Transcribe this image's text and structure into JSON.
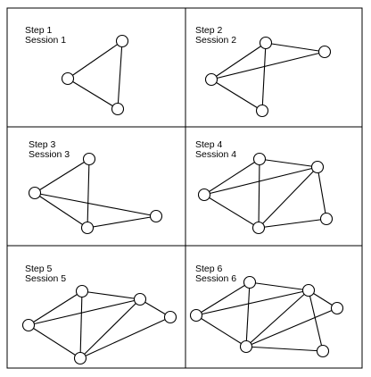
{
  "steps": [
    {
      "title": "Step 1",
      "subtitle": "Session 1",
      "node_count": 3,
      "edges": [
        [
          0,
          1
        ],
        [
          1,
          2
        ],
        [
          0,
          2
        ]
      ]
    },
    {
      "title": "Step 2",
      "subtitle": "Session 2",
      "node_count": 4,
      "edges": [
        [
          0,
          1
        ],
        [
          0,
          3
        ],
        [
          1,
          3
        ],
        [
          1,
          2
        ],
        [
          0,
          2
        ]
      ]
    },
    {
      "title": "Step 3",
      "subtitle": "Session 3",
      "node_count": 4,
      "edges": [
        [
          0,
          1
        ],
        [
          0,
          2
        ],
        [
          0,
          3
        ],
        [
          1,
          2
        ],
        [
          2,
          3
        ]
      ]
    },
    {
      "title": "Step 4",
      "subtitle": "Session 4",
      "node_count": 5,
      "edges": [
        [
          0,
          1
        ],
        [
          0,
          2
        ],
        [
          0,
          3
        ],
        [
          1,
          2
        ],
        [
          1,
          3
        ],
        [
          2,
          3
        ],
        [
          2,
          4
        ],
        [
          3,
          4
        ]
      ]
    },
    {
      "title": "Step 5",
      "subtitle": "Session 5",
      "node_count": 5,
      "edges": [
        [
          0,
          1
        ],
        [
          0,
          2
        ],
        [
          0,
          3
        ],
        [
          1,
          2
        ],
        [
          1,
          3
        ],
        [
          2,
          3
        ],
        [
          2,
          4
        ],
        [
          3,
          4
        ]
      ]
    },
    {
      "title": "Step 6",
      "subtitle": "Session 6",
      "node_count": 6,
      "edges": [
        [
          0,
          1
        ],
        [
          0,
          2
        ],
        [
          0,
          3
        ],
        [
          1,
          2
        ],
        [
          1,
          3
        ],
        [
          2,
          3
        ],
        [
          2,
          4
        ],
        [
          3,
          4
        ],
        [
          2,
          5
        ],
        [
          3,
          5
        ]
      ]
    }
  ]
}
